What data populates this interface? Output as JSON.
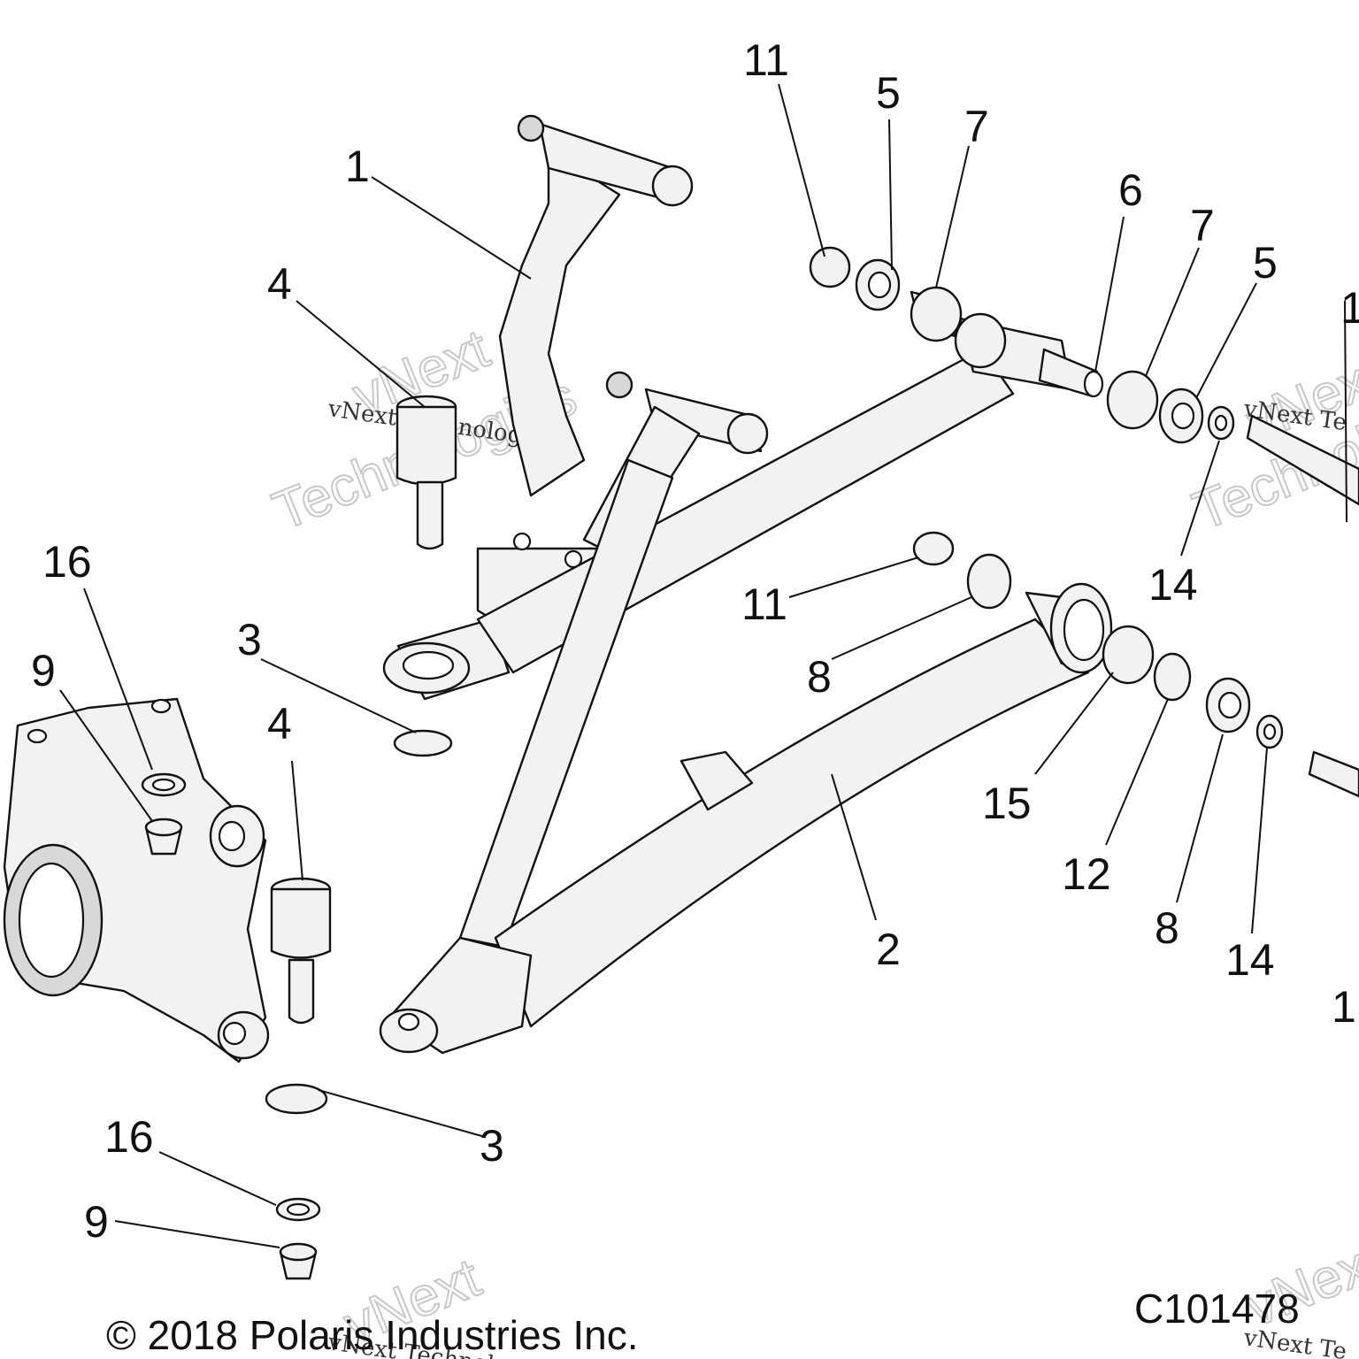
{
  "diagram": {
    "callouts": [
      {
        "id": "c1",
        "text": "1"
      },
      {
        "id": "c2",
        "text": "2"
      },
      {
        "id": "c3a",
        "text": "3"
      },
      {
        "id": "c3b",
        "text": "3"
      },
      {
        "id": "c4a",
        "text": "4"
      },
      {
        "id": "c4b",
        "text": "4"
      },
      {
        "id": "c5a",
        "text": "5"
      },
      {
        "id": "c5b",
        "text": "5"
      },
      {
        "id": "c6",
        "text": "6"
      },
      {
        "id": "c7a",
        "text": "7"
      },
      {
        "id": "c7b",
        "text": "7"
      },
      {
        "id": "c8a",
        "text": "8"
      },
      {
        "id": "c8b",
        "text": "8"
      },
      {
        "id": "c9a",
        "text": "9"
      },
      {
        "id": "c9b",
        "text": "9"
      },
      {
        "id": "c11a",
        "text": "11"
      },
      {
        "id": "c11b",
        "text": "11"
      },
      {
        "id": "c12",
        "text": "12"
      },
      {
        "id": "c14a",
        "text": "14"
      },
      {
        "id": "c14b",
        "text": "14"
      },
      {
        "id": "c15",
        "text": "15"
      },
      {
        "id": "c16a",
        "text": "16"
      },
      {
        "id": "c16b",
        "text": "16"
      },
      {
        "id": "c13a",
        "text": "1"
      },
      {
        "id": "c13b",
        "text": "1"
      }
    ],
    "watermark_large": [
      "vNext",
      "Technologies"
    ],
    "watermark_small": "vNext Technologies",
    "watermark_small_right": "vNext Te",
    "copyright": "© 2018 Polaris Industries Inc.",
    "figure_code": "C101478"
  }
}
